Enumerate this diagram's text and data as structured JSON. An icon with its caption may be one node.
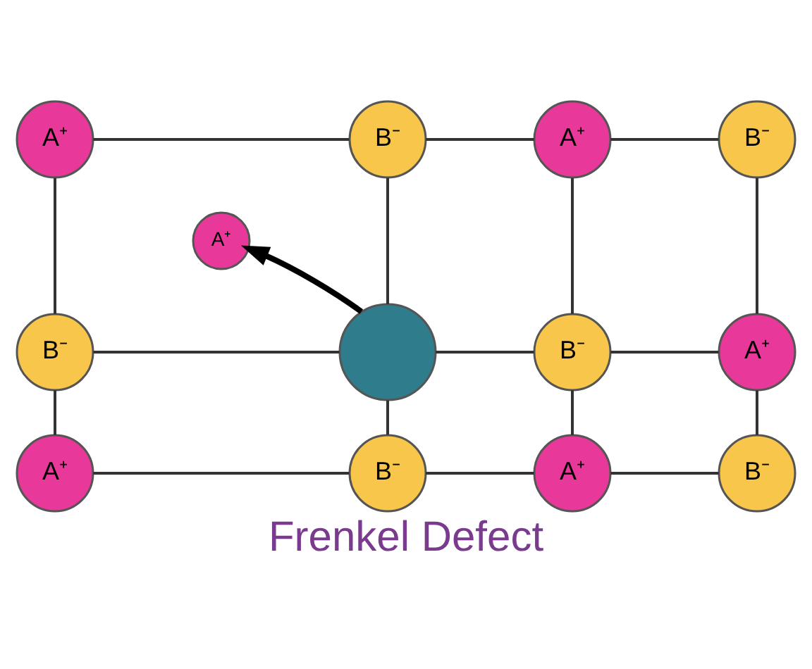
{
  "diagram": {
    "title": "Frenkel Defect",
    "nodes": [
      {
        "text": [
          "A⁺"
        ]
      },
      {
        "text": [
          "B⁻"
        ]
      },
      {
        "text": [
          "A⁺"
        ]
      },
      {
        "text": [
          "B⁻"
        ]
      },
      {
        "text": [
          "A⁺"
        ]
      },
      {
        "text": [
          "B⁻"
        ]
      },
      {
        "text": [],
        "shape": "circle"
      },
      {
        "text": [
          "B⁻"
        ]
      },
      {
        "text": [
          "A⁺"
        ]
      },
      {
        "text": [
          "A⁺"
        ]
      },
      {
        "text": [
          "B⁻"
        ]
      },
      {
        "text": [
          "A⁺"
        ]
      },
      {
        "text": [
          "B⁻"
        ]
      }
    ],
    "edges": [
      {
        "from": 0,
        "to": 1,
        "arrow": "none"
      },
      {
        "from": 1,
        "to": 2,
        "arrow": "none"
      },
      {
        "from": 2,
        "to": 3,
        "arrow": "none"
      },
      {
        "from": 0,
        "to": 5,
        "arrow": "none"
      },
      {
        "from": 1,
        "to": 6,
        "arrow": "none"
      },
      {
        "from": 2,
        "to": 7,
        "arrow": "none"
      },
      {
        "from": 3,
        "to": 8,
        "arrow": "none"
      },
      {
        "from": 6,
        "to": 4,
        "arrow": "to",
        "style": "thick"
      },
      {
        "from": 5,
        "to": 6,
        "arrow": "none"
      },
      {
        "from": 6,
        "to": 7,
        "arrow": "none"
      },
      {
        "from": 7,
        "to": 8,
        "arrow": "none"
      },
      {
        "from": 5,
        "to": 9,
        "arrow": "none"
      },
      {
        "from": 6,
        "to": 10,
        "arrow": "none"
      },
      {
        "from": 7,
        "to": 11,
        "arrow": "none"
      },
      {
        "from": 8,
        "to": 12,
        "arrow": "none"
      },
      {
        "from": 9,
        "to": 10,
        "arrow": "none"
      },
      {
        "from": 10,
        "to": 11,
        "arrow": "none"
      },
      {
        "from": 11,
        "to": 12,
        "arrow": "none"
      }
    ]
  }
}
